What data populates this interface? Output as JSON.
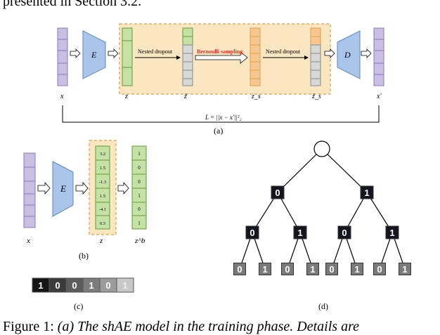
{
  "caption_top": "presented in Section 3.2.",
  "caption_bottom": {
    "prefix": "Figure 1: ",
    "italic": "(a) The shAE model in the training phase. Details are"
  },
  "panel_a": {
    "label": "(a)",
    "x_label": "x",
    "encoder": "E",
    "decoder": "D",
    "x_prime_label": "x'",
    "z_label": "z",
    "z_tilde_label": "z̃",
    "zs_label": "z_s",
    "zs_tilde_label": "z̃_s",
    "nested_dropout_1": "Nested dropout",
    "bernoulli": "Bernoulli sampling",
    "nested_dropout_2": "Nested dropout",
    "loss": "L = ||x − x'||²₂",
    "bernoulli_color": "#e0302a",
    "highlight_color": "#fbe6c2"
  },
  "panel_b": {
    "label": "(b)",
    "x_label": "x",
    "encoder": "E",
    "z_label": "z",
    "zb_label": "z^b",
    "z_values": [
      "3.2",
      "1.5",
      "-1.3",
      "1.5",
      "-4.1",
      "0.5"
    ],
    "zb_values": [
      "1",
      "0",
      "0",
      "1",
      "0",
      "1"
    ]
  },
  "panel_c": {
    "label": "(c)",
    "bits": [
      "1",
      "0",
      "0",
      "1",
      "0",
      "1"
    ],
    "shades": [
      "#151515",
      "#3b3b3b",
      "#5c5c5c",
      "#7c7c7c",
      "#9c9c9c",
      "#c8c8c8"
    ]
  },
  "panel_d": {
    "label": "(d)",
    "level1": [
      "0",
      "1"
    ],
    "level2": [
      "0",
      "1",
      "0",
      "1"
    ],
    "level3": [
      "0",
      "1",
      "0",
      "1",
      "0",
      "1",
      "0",
      "1"
    ],
    "dark_color": "#151520",
    "gray_color": "#7a7a7a"
  },
  "colors": {
    "purple": "#c8bfe3",
    "purple_stroke": "#8b79c0",
    "blue": "#a9c6ea",
    "blue_stroke": "#5f85bd",
    "green": "#c5e1a5",
    "green_stroke": "#5f9a38",
    "orange": "#f6c891",
    "orange_stroke": "#e0a040"
  }
}
